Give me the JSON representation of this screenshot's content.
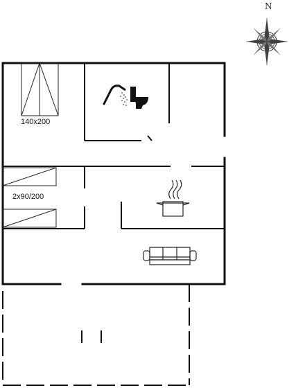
{
  "compass": {
    "label": "N"
  },
  "rooms": {
    "bedroom_1": {
      "bed_label": "140x200"
    },
    "bedroom_2": {
      "bed_label": "2x90/200"
    }
  }
}
